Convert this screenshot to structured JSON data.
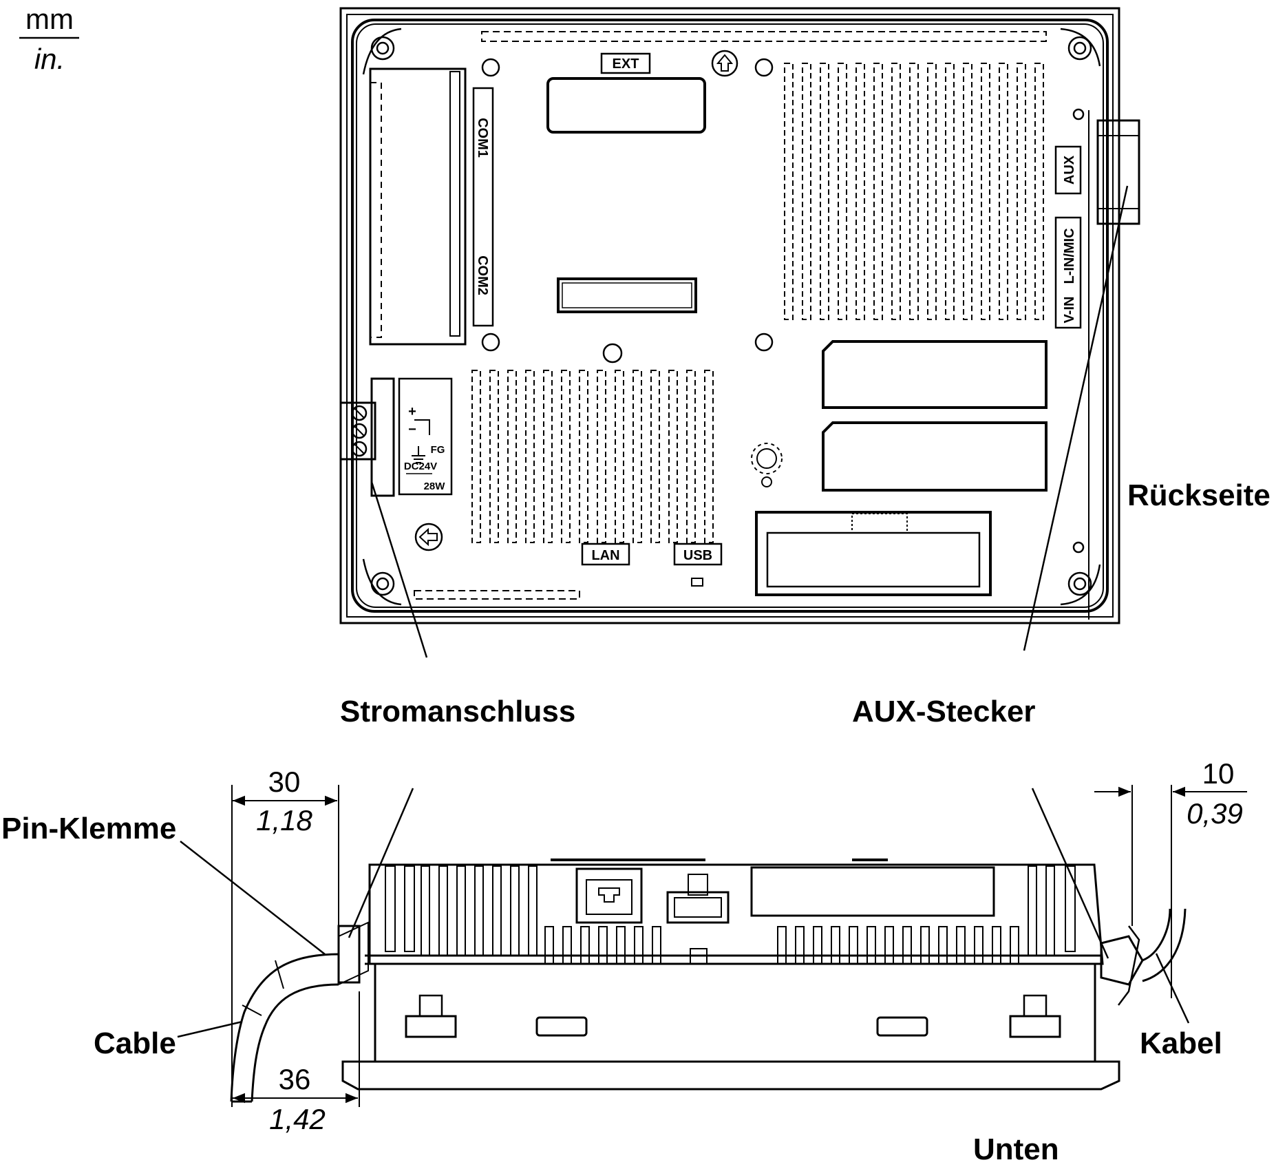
{
  "units": {
    "metric": "mm",
    "imperial": "in."
  },
  "rear_view": {
    "title": "Rückseite",
    "ports": {
      "ext": "EXT",
      "com1": "COM1",
      "com2": "COM2",
      "aux": "AUX",
      "audio": "L-IN/MIC",
      "video": "V-IN",
      "lan": "LAN",
      "usb": "USB"
    },
    "power_block": {
      "fg": "FG",
      "voltage": "DC24V",
      "power": "28W",
      "plus": "+",
      "minus": "−"
    },
    "callouts": {
      "power": "Stromanschluss",
      "aux": "AUX-Stecker"
    }
  },
  "bottom_view": {
    "title": "Unten",
    "callouts": {
      "pin_terminal": "Pin-Klemme",
      "cable_left": "Cable",
      "cable_right": "Kabel"
    },
    "dimensions": [
      {
        "mm": "30",
        "in": "1,18"
      },
      {
        "mm": "36",
        "in": "1,42"
      },
      {
        "mm": "10",
        "in": "0,39"
      }
    ]
  }
}
